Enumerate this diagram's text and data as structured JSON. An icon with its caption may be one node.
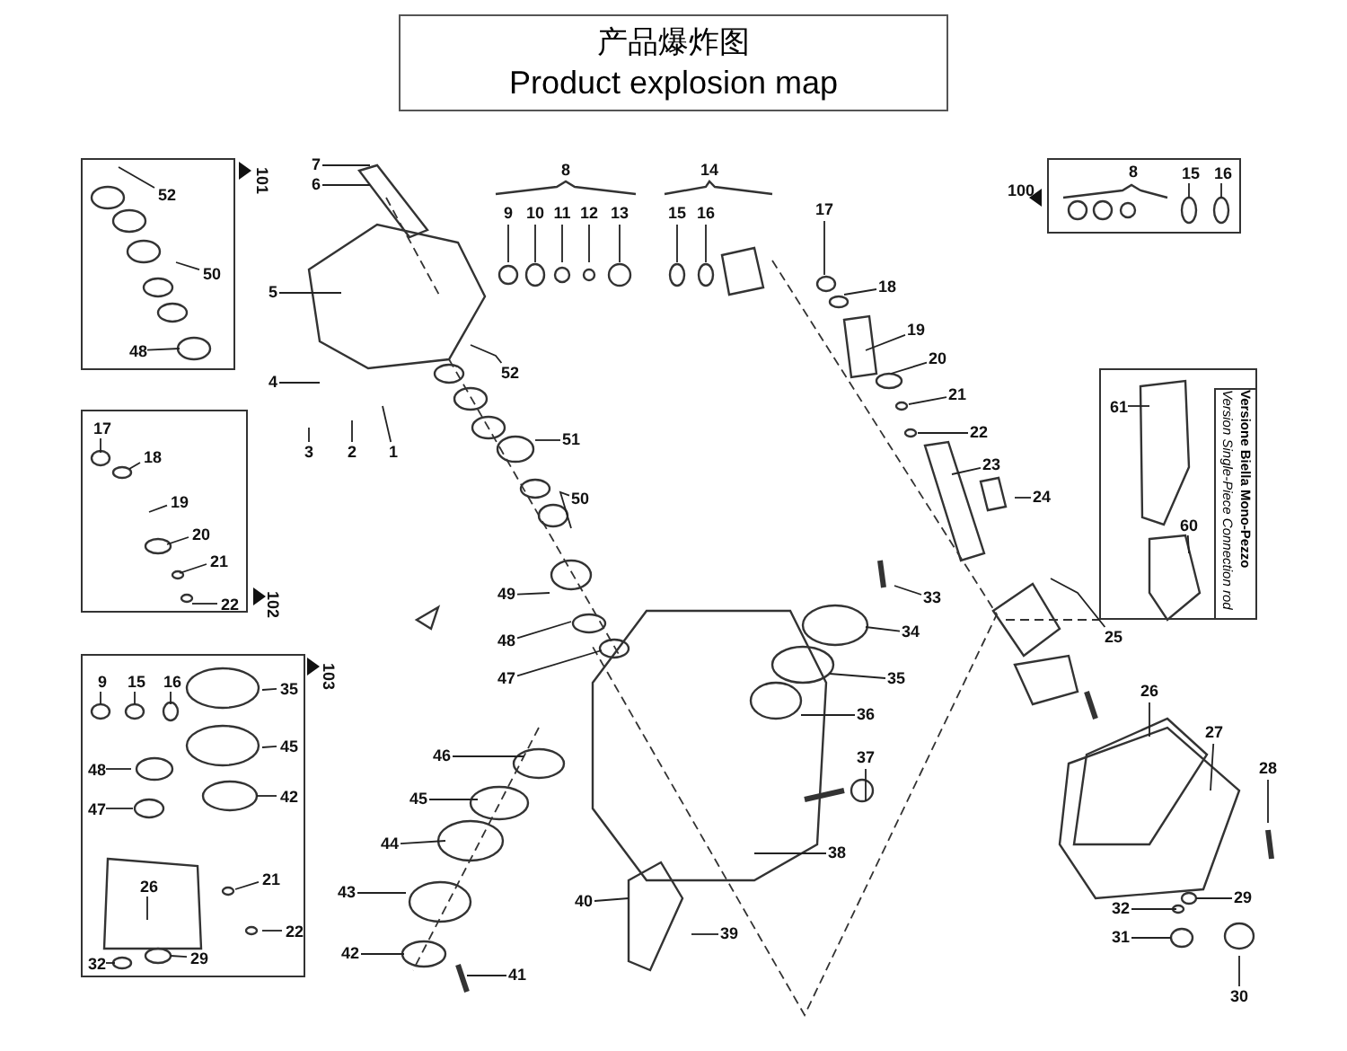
{
  "diagram": {
    "nodes": [
      {
        "text": [
          "产品爆炸图",
          "Product explosion map"
        ]
      },
      {
        "text": [
          "101"
        ]
      },
      {
        "text": [
          "52"
        ],
        "in": 1
      },
      {
        "text": [
          "50"
        ],
        "in": 1
      },
      {
        "text": [
          "48"
        ],
        "in": 1
      },
      {
        "text": [
          "102"
        ]
      },
      {
        "text": [
          "17"
        ],
        "in": 5
      },
      {
        "text": [
          "18"
        ],
        "in": 5
      },
      {
        "text": [
          "19"
        ],
        "in": 5
      },
      {
        "text": [
          "20"
        ],
        "in": 5
      },
      {
        "text": [
          "21"
        ],
        "in": 5
      },
      {
        "text": [
          "22"
        ],
        "in": 5
      },
      {
        "text": [
          "103"
        ]
      },
      {
        "text": [
          "9"
        ],
        "in": 12
      },
      {
        "text": [
          "15"
        ],
        "in": 12
      },
      {
        "text": [
          "16"
        ],
        "in": 12
      },
      {
        "text": [
          "35"
        ],
        "in": 12
      },
      {
        "text": [
          "45"
        ],
        "in": 12
      },
      {
        "text": [
          "48"
        ],
        "in": 12
      },
      {
        "text": [
          "47"
        ],
        "in": 12
      },
      {
        "text": [
          "42"
        ],
        "in": 12
      },
      {
        "text": [
          "26"
        ],
        "in": 12
      },
      {
        "text": [
          "21"
        ],
        "in": 12
      },
      {
        "text": [
          "22"
        ],
        "in": 12
      },
      {
        "text": [
          "32"
        ],
        "in": 12
      },
      {
        "text": [
          "29"
        ],
        "in": 12
      },
      {
        "text": [
          "100"
        ]
      },
      {
        "text": [
          "8"
        ],
        "in": 26
      },
      {
        "text": [
          "15"
        ],
        "in": 26
      },
      {
        "text": [
          "16"
        ],
        "in": 26
      },
      {
        "text": [
          "Versione Biella Mono-Pezzo",
          "Version Single-Piece Connection rod"
        ]
      },
      {
        "text": [
          "61"
        ],
        "in": 30
      },
      {
        "text": [
          "60"
        ],
        "in": 30
      },
      {
        "text": [
          "7"
        ]
      },
      {
        "text": [
          "6"
        ]
      },
      {
        "text": [
          "5"
        ]
      },
      {
        "text": [
          "4"
        ]
      },
      {
        "text": [
          "3"
        ]
      },
      {
        "text": [
          "2"
        ]
      },
      {
        "text": [
          "1"
        ]
      },
      {
        "text": [
          "8"
        ]
      },
      {
        "text": [
          "9"
        ]
      },
      {
        "text": [
          "10"
        ]
      },
      {
        "text": [
          "11"
        ]
      },
      {
        "text": [
          "12"
        ]
      },
      {
        "text": [
          "13"
        ]
      },
      {
        "text": [
          "14"
        ]
      },
      {
        "text": [
          "15"
        ]
      },
      {
        "text": [
          "16"
        ]
      },
      {
        "text": [
          "52"
        ]
      },
      {
        "text": [
          "51"
        ]
      },
      {
        "text": [
          "50"
        ]
      },
      {
        "text": [
          "49"
        ]
      },
      {
        "text": [
          "48"
        ]
      },
      {
        "text": [
          "47"
        ]
      },
      {
        "text": [
          "46"
        ]
      },
      {
        "text": [
          "45"
        ]
      },
      {
        "text": [
          "44"
        ]
      },
      {
        "text": [
          "43"
        ]
      },
      {
        "text": [
          "42"
        ]
      },
      {
        "text": [
          "41"
        ]
      },
      {
        "text": [
          "40"
        ]
      },
      {
        "text": [
          "39"
        ]
      },
      {
        "text": [
          "38"
        ]
      },
      {
        "text": [
          "37"
        ]
      },
      {
        "text": [
          "36"
        ]
      },
      {
        "text": [
          "35"
        ]
      },
      {
        "text": [
          "34"
        ]
      },
      {
        "text": [
          "33"
        ]
      },
      {
        "text": [
          "17"
        ]
      },
      {
        "text": [
          "18"
        ]
      },
      {
        "text": [
          "19"
        ]
      },
      {
        "text": [
          "20"
        ]
      },
      {
        "text": [
          "21"
        ]
      },
      {
        "text": [
          "22"
        ]
      },
      {
        "text": [
          "23"
        ]
      },
      {
        "text": [
          "24"
        ]
      },
      {
        "text": [
          "25"
        ]
      },
      {
        "text": [
          "26"
        ]
      },
      {
        "text": [
          "27"
        ]
      },
      {
        "text": [
          "28"
        ]
      },
      {
        "text": [
          "29"
        ]
      },
      {
        "text": [
          "32"
        ]
      },
      {
        "text": [
          "31"
        ]
      },
      {
        "text": [
          "30"
        ]
      }
    ],
    "edges": [
      {
        "from": 2,
        "to": null,
        "arrow": "none"
      },
      {
        "from": 3,
        "to": null,
        "arrow": "none"
      },
      {
        "from": 4,
        "to": null,
        "arrow": "none"
      },
      {
        "from": 6,
        "to": null,
        "arrow": "none"
      },
      {
        "from": 7,
        "to": null,
        "arrow": "none"
      },
      {
        "from": 8,
        "to": null,
        "arrow": "none"
      },
      {
        "from": 9,
        "to": null,
        "arrow": "none"
      },
      {
        "from": 10,
        "to": null,
        "arrow": "none"
      },
      {
        "from": 11,
        "to": null,
        "arrow": "none"
      },
      {
        "from": 13,
        "to": null,
        "arrow": "none"
      },
      {
        "from": 14,
        "to": null,
        "arrow": "none"
      },
      {
        "from": 15,
        "to": null,
        "arrow": "none"
      },
      {
        "from": 16,
        "to": null,
        "arrow": "none"
      },
      {
        "from": 17,
        "to": null,
        "arrow": "none"
      },
      {
        "from": 18,
        "to": null,
        "arrow": "none"
      },
      {
        "from": 19,
        "to": null,
        "arrow": "none"
      },
      {
        "from": 20,
        "to": null,
        "arrow": "none"
      },
      {
        "from": 21,
        "to": null,
        "arrow": "none"
      },
      {
        "from": 22,
        "to": null,
        "arrow": "none"
      },
      {
        "from": 23,
        "to": null,
        "arrow": "none"
      },
      {
        "from": 24,
        "to": null,
        "arrow": "none"
      },
      {
        "from": 25,
        "to": null,
        "arrow": "none"
      },
      {
        "from": 28,
        "to": null,
        "arrow": "none"
      },
      {
        "from": 29,
        "to": null,
        "arrow": "none"
      },
      {
        "from": 31,
        "to": null,
        "arrow": "none"
      },
      {
        "from": 32,
        "to": null,
        "arrow": "none"
      },
      {
        "from": 33,
        "to": null,
        "arrow": "none"
      },
      {
        "from": 34,
        "to": null,
        "arrow": "none"
      },
      {
        "from": 35,
        "to": null,
        "arrow": "none"
      },
      {
        "from": 36,
        "to": null,
        "arrow": "none"
      },
      {
        "from": 37,
        "to": null,
        "arrow": "none"
      },
      {
        "from": 38,
        "to": null,
        "arrow": "none"
      },
      {
        "from": 39,
        "to": null,
        "arrow": "none"
      },
      {
        "from": 41,
        "to": null,
        "arrow": "none"
      },
      {
        "from": 42,
        "to": null,
        "arrow": "none"
      },
      {
        "from": 43,
        "to": null,
        "arrow": "none"
      },
      {
        "from": 44,
        "to": null,
        "arrow": "none"
      },
      {
        "from": 45,
        "to": null,
        "arrow": "none"
      },
      {
        "from": 47,
        "to": null,
        "arrow": "none"
      },
      {
        "from": 48,
        "to": null,
        "arrow": "none"
      },
      {
        "from": 49,
        "to": null,
        "arrow": "none"
      },
      {
        "from": 50,
        "to": null,
        "arrow": "none"
      },
      {
        "from": 51,
        "to": null,
        "arrow": "none"
      },
      {
        "from": 52,
        "to": null,
        "arrow": "none"
      },
      {
        "from": 53,
        "to": null,
        "arrow": "none"
      },
      {
        "from": 54,
        "to": null,
        "arrow": "none"
      },
      {
        "from": 55,
        "to": null,
        "arrow": "none"
      },
      {
        "from": 56,
        "to": null,
        "arrow": "none"
      },
      {
        "from": 57,
        "to": null,
        "arrow": "none"
      },
      {
        "from": 58,
        "to": null,
        "arrow": "none"
      },
      {
        "from": 59,
        "to": null,
        "arrow": "none"
      },
      {
        "from": 60,
        "to": null,
        "arrow": "none"
      },
      {
        "from": 61,
        "to": null,
        "arrow": "none"
      },
      {
        "from": 62,
        "to": null,
        "arrow": "none"
      },
      {
        "from": 63,
        "to": null,
        "arrow": "none"
      },
      {
        "from": 64,
        "to": null,
        "arrow": "none"
      },
      {
        "from": 65,
        "to": null,
        "arrow": "none"
      },
      {
        "from": 66,
        "to": null,
        "arrow": "none"
      },
      {
        "from": 67,
        "to": null,
        "arrow": "none"
      },
      {
        "from": 68,
        "to": null,
        "arrow": "none"
      },
      {
        "from": 69,
        "to": null,
        "arrow": "none"
      },
      {
        "from": 70,
        "to": null,
        "arrow": "none"
      },
      {
        "from": 71,
        "to": null,
        "arrow": "none"
      },
      {
        "from": 72,
        "to": null,
        "arrow": "none"
      },
      {
        "from": 73,
        "to": null,
        "arrow": "none"
      },
      {
        "from": 74,
        "to": null,
        "arrow": "none"
      },
      {
        "from": 75,
        "to": null,
        "arrow": "none"
      },
      {
        "from": 76,
        "to": null,
        "arrow": "none"
      },
      {
        "from": 77,
        "to": null,
        "arrow": "none"
      },
      {
        "from": 78,
        "to": null,
        "arrow": "none"
      },
      {
        "from": 79,
        "to": null,
        "arrow": "none"
      },
      {
        "from": 80,
        "to": null,
        "arrow": "none"
      },
      {
        "from": 81,
        "to": null,
        "arrow": "none"
      },
      {
        "from": 82,
        "to": null,
        "arrow": "none"
      },
      {
        "from": 83,
        "to": null,
        "arrow": "none"
      },
      {
        "from": 84,
        "to": null,
        "arrow": "none"
      }
    ]
  }
}
